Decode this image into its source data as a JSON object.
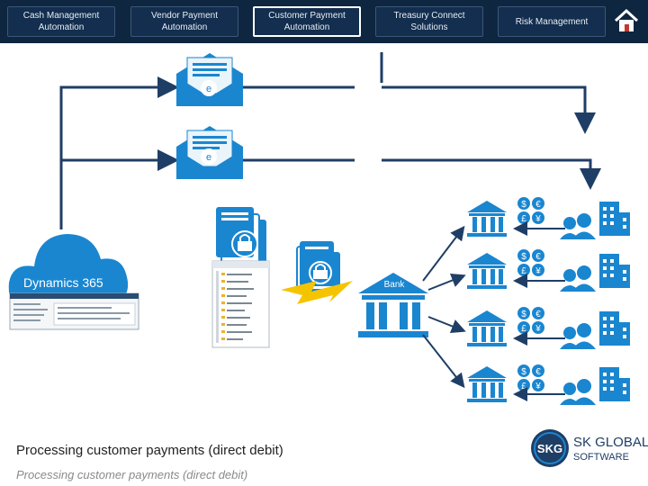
{
  "nav": {
    "tabs": [
      {
        "label": "Cash Management Automation",
        "active": false
      },
      {
        "label": "Vendor  Payment Automation",
        "active": false
      },
      {
        "label": "Customer Payment Automation",
        "active": true
      },
      {
        "label": "Treasury Connect Solutions",
        "active": false
      },
      {
        "label": "Risk Management",
        "active": false
      }
    ],
    "home_icon": "home-icon"
  },
  "diagram": {
    "cloud_label": "Dynamics 365",
    "bank_label": "Bank",
    "currency_symbols": [
      "$",
      "€",
      "£",
      "¥"
    ],
    "colors": {
      "nav_bg": "#0f2640",
      "primary_blue": "#1a86d0",
      "arrow_navy": "#1f3e66",
      "lightning": "#f5c400"
    }
  },
  "caption": {
    "main": "Processing customer payments (direct debit)",
    "sub": "Processing customer payments (direct debit)"
  },
  "logo": {
    "monogram": "SKG",
    "line1": "SK GLOBAL",
    "line2": "SOFTWARE"
  }
}
